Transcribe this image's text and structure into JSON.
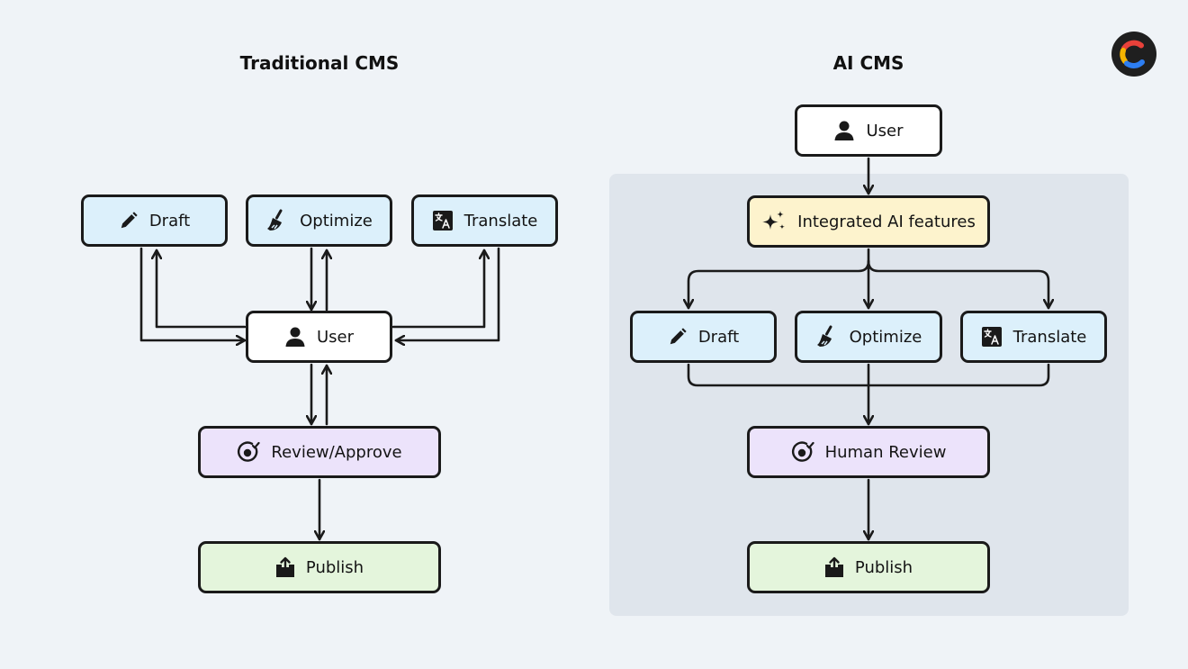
{
  "traditional": {
    "title": "Traditional CMS",
    "draft": "Draft",
    "optimize": "Optimize",
    "translate": "Translate",
    "user": "User",
    "review": "Review/Approve",
    "publish": "Publish"
  },
  "ai": {
    "title": "AI CMS",
    "user": "User",
    "integrated": "Integrated AI features",
    "draft": "Draft",
    "optimize": "Optimize",
    "translate": "Translate",
    "review": "Human Review",
    "publish": "Publish"
  },
  "icons": {
    "draft": "pencil-icon",
    "optimize": "broom-icon",
    "translate": "translate-icon",
    "user": "person-icon",
    "integrated": "sparkles-icon",
    "review": "review-check-icon",
    "publish": "upload-icon",
    "logo": "c-logo-icon"
  },
  "colors": {
    "blue_node": "#dcf0fb",
    "white_node": "#ffffff",
    "purple_node": "#ece3fb",
    "green_node": "#e4f5dc",
    "yellow_node": "#fdf3cd",
    "panel": "#dfe5ec",
    "background": "#eff3f7"
  }
}
